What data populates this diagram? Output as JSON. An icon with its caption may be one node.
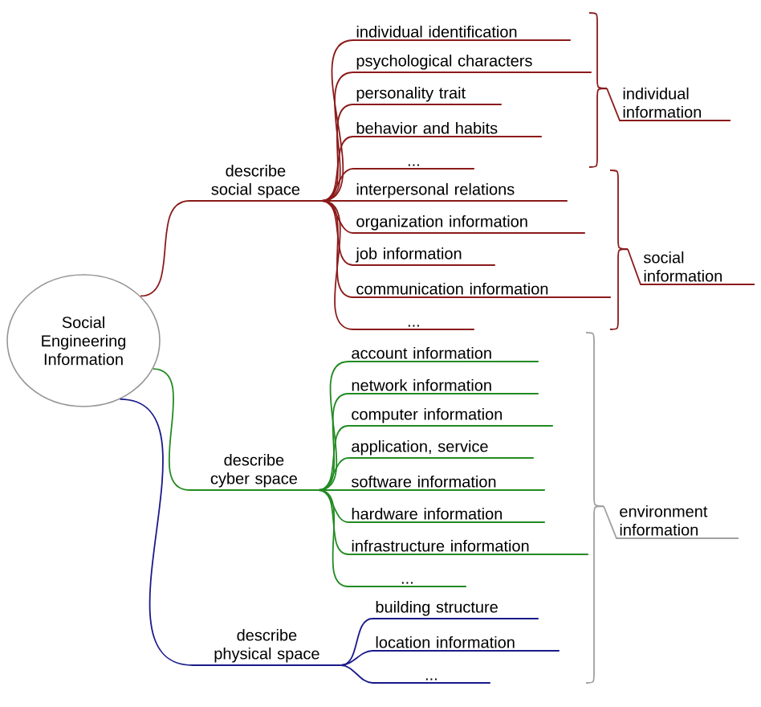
{
  "diagram": {
    "nodes": [
      {
        "text": [
          "Social Engineering Information"
        ]
      },
      {
        "text": [
          "describe social space"
        ]
      },
      {
        "text": [
          "individual identification"
        ]
      },
      {
        "text": [
          "psychological characters"
        ]
      },
      {
        "text": [
          "personality trait"
        ]
      },
      {
        "text": [
          "behavior and habits"
        ]
      },
      {
        "text": [
          "..."
        ]
      },
      {
        "text": [
          "interpersonal relations"
        ]
      },
      {
        "text": [
          "organization information"
        ]
      },
      {
        "text": [
          "job information"
        ]
      },
      {
        "text": [
          "communication information"
        ]
      },
      {
        "text": [
          "..."
        ]
      },
      {
        "text": [
          "describe cyber space"
        ]
      },
      {
        "text": [
          "account information"
        ]
      },
      {
        "text": [
          "network information"
        ]
      },
      {
        "text": [
          "computer information"
        ]
      },
      {
        "text": [
          "application, service"
        ]
      },
      {
        "text": [
          "software information"
        ]
      },
      {
        "text": [
          "hardware information"
        ]
      },
      {
        "text": [
          "infrastructure information"
        ]
      },
      {
        "text": [
          "..."
        ]
      },
      {
        "text": [
          "describe physical space"
        ]
      },
      {
        "text": [
          "building structure"
        ]
      },
      {
        "text": [
          "location information"
        ]
      },
      {
        "text": [
          "..."
        ]
      }
    ],
    "edges": [
      {
        "from": 0,
        "to": 1,
        "arrow": "none",
        "color": "#8b1a1a"
      },
      {
        "from": 1,
        "to": 2,
        "arrow": "none",
        "color": "#8b1a1a"
      },
      {
        "from": 1,
        "to": 3,
        "arrow": "none",
        "color": "#8b1a1a"
      },
      {
        "from": 1,
        "to": 4,
        "arrow": "none",
        "color": "#8b1a1a"
      },
      {
        "from": 1,
        "to": 5,
        "arrow": "none",
        "color": "#8b1a1a"
      },
      {
        "from": 1,
        "to": 6,
        "arrow": "none",
        "color": "#8b1a1a"
      },
      {
        "from": 1,
        "to": 7,
        "arrow": "none",
        "color": "#8b1a1a"
      },
      {
        "from": 1,
        "to": 8,
        "arrow": "none",
        "color": "#8b1a1a"
      },
      {
        "from": 1,
        "to": 9,
        "arrow": "none",
        "color": "#8b1a1a"
      },
      {
        "from": 1,
        "to": 10,
        "arrow": "none",
        "color": "#8b1a1a"
      },
      {
        "from": 1,
        "to": 11,
        "arrow": "none",
        "color": "#8b1a1a"
      },
      {
        "from": 0,
        "to": 12,
        "arrow": "none",
        "color": "#228b22"
      },
      {
        "from": 12,
        "to": 13,
        "arrow": "none",
        "color": "#228b22"
      },
      {
        "from": 12,
        "to": 14,
        "arrow": "none",
        "color": "#228b22"
      },
      {
        "from": 12,
        "to": 15,
        "arrow": "none",
        "color": "#228b22"
      },
      {
        "from": 12,
        "to": 16,
        "arrow": "none",
        "color": "#228b22"
      },
      {
        "from": 12,
        "to": 17,
        "arrow": "none",
        "color": "#228b22"
      },
      {
        "from": 12,
        "to": 18,
        "arrow": "none",
        "color": "#228b22"
      },
      {
        "from": 12,
        "to": 19,
        "arrow": "none",
        "color": "#228b22"
      },
      {
        "from": 12,
        "to": 20,
        "arrow": "none",
        "color": "#228b22"
      },
      {
        "from": 0,
        "to": 21,
        "arrow": "none",
        "color": "#1a1a8b"
      },
      {
        "from": 21,
        "to": 22,
        "arrow": "none",
        "color": "#1a1a8b"
      },
      {
        "from": 21,
        "to": 23,
        "arrow": "none",
        "color": "#1a1a8b"
      },
      {
        "from": 21,
        "to": 24,
        "arrow": "none",
        "color": "#1a1a8b"
      }
    ],
    "labels": [
      "individual information",
      "social information",
      "environment information"
    ]
  }
}
